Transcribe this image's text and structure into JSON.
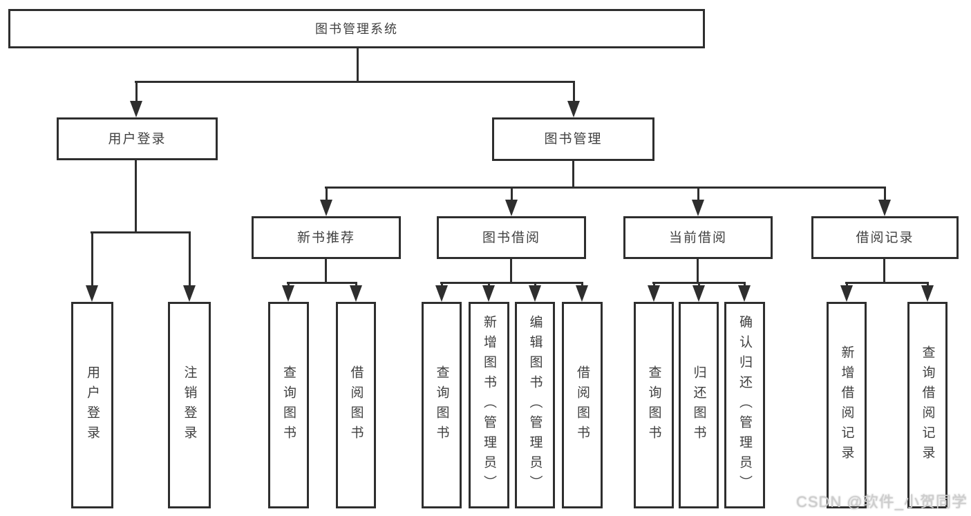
{
  "diagram": {
    "title": "图书管理系统",
    "modules": [
      {
        "label": "用户登录",
        "features": [
          "用户登录",
          "注销登录"
        ]
      },
      {
        "label": "图书管理",
        "submodules": [
          {
            "label": "新书推荐",
            "features": [
              "查询图书",
              "借阅图书"
            ]
          },
          {
            "label": "图书借阅",
            "features": [
              "查询图书",
              "新增图书（管理员）",
              "编辑图书（管理员）",
              "借阅图书"
            ]
          },
          {
            "label": "当前借阅",
            "features": [
              "查询图书",
              "归还图书",
              "确认归还（管理员）"
            ]
          },
          {
            "label": "借阅记录",
            "features": [
              "新增借阅记录",
              "查询借阅记录"
            ]
          }
        ]
      }
    ]
  },
  "watermark": {
    "text": "CSDN @软件_小贺同学"
  },
  "colors": {
    "line": "#2e2e2e",
    "text": "#3f3f3f",
    "watermark": "#cdcdcd",
    "background": "#ffffff"
  }
}
